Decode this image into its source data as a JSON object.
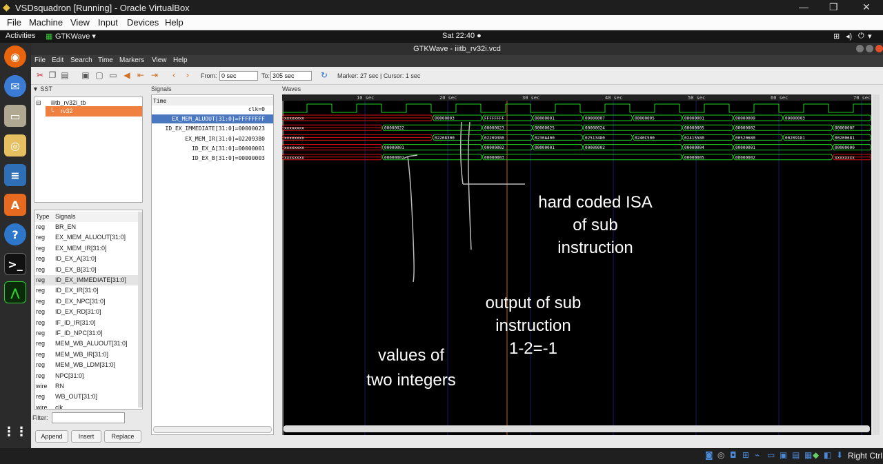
{
  "vbox": {
    "title": "VSDsquadron [Running] - Oracle VirtualBox",
    "menu": [
      "File",
      "Machine",
      "View",
      "Input",
      "Devices",
      "Help"
    ],
    "host_key": "Right Ctrl"
  },
  "topbar": {
    "activities": "Activities",
    "app": "GTKWave ▾",
    "clock": "Sat 22:40 ●"
  },
  "gtk": {
    "title": "GTKWave - iiitb_rv32i.vcd",
    "menu": [
      "File",
      "Edit",
      "Search",
      "Time",
      "Markers",
      "View",
      "Help"
    ],
    "from_label": "From:",
    "from_value": "0 sec",
    "to_label": "To:",
    "to_value": "305 sec",
    "marker_text": "Marker: 27 sec  |  Cursor: 1 sec"
  },
  "sst": {
    "label": "SST",
    "tree": [
      "iiitb_rv32i_tb",
      "rv32"
    ],
    "header_type": "Type",
    "header_signals": "Signals",
    "rows": [
      {
        "t": "reg",
        "n": "BR_EN"
      },
      {
        "t": "reg",
        "n": "EX_MEM_ALUOUT[31:0]"
      },
      {
        "t": "reg",
        "n": "EX_MEM_IR[31:0]"
      },
      {
        "t": "reg",
        "n": "ID_EX_A[31:0]"
      },
      {
        "t": "reg",
        "n": "ID_EX_B[31:0]"
      },
      {
        "t": "reg",
        "n": "ID_EX_IMMEDIATE[31:0]"
      },
      {
        "t": "reg",
        "n": "ID_EX_IR[31:0]"
      },
      {
        "t": "reg",
        "n": "ID_EX_NPC[31:0]"
      },
      {
        "t": "reg",
        "n": "ID_EX_RD[31:0]"
      },
      {
        "t": "reg",
        "n": "IF_ID_IR[31:0]"
      },
      {
        "t": "reg",
        "n": "IF_ID_NPC[31:0]"
      },
      {
        "t": "reg",
        "n": "MEM_WB_ALUOUT[31:0]"
      },
      {
        "t": "reg",
        "n": "MEM_WB_IR[31:0]"
      },
      {
        "t": "reg",
        "n": "MEM_WB_LDM[31:0]"
      },
      {
        "t": "reg",
        "n": "NPC[31:0]"
      },
      {
        "t": "wire",
        "n": "RN"
      },
      {
        "t": "reg",
        "n": "WB_OUT[31:0]"
      },
      {
        "t": "wire",
        "n": "clk"
      }
    ],
    "filter_label": "Filter:",
    "buttons": [
      "Append",
      "Insert",
      "Replace"
    ]
  },
  "signals": {
    "label": "Signals",
    "time_label": "Time",
    "rows": [
      "clk=0",
      "EX_MEM_ALUOUT[31:0]=FFFFFFFF",
      "ID_EX_IMMEDIATE[31:0]=00000023",
      "EX_MEM_IR[31:0]=02209380",
      "ID_EX_A[31:0]=00000001",
      "ID_EX_B[31:0]=00000003"
    ]
  },
  "waves": {
    "label": "Waves",
    "ticks": [
      "10 sec",
      "20 sec",
      "30 sec",
      "40 sec",
      "50 sec",
      "60 sec",
      "70 sec"
    ],
    "buses": [
      [
        "xxxxxxxx",
        "00000003",
        "FFFFFFFF",
        "00000001",
        "00000007",
        "00000005",
        "00000001",
        "00000009",
        "00000003"
      ],
      [
        "xxxxxxxx",
        "00000022",
        "00000023",
        "00000025",
        "00000024",
        "00000005",
        "00000002",
        "0000000F"
      ],
      [
        "xxxxxxxx",
        "02208300",
        "02209380",
        "0230A400",
        "02513480",
        "0240C500",
        "02415580",
        "00520680",
        "00209181",
        "00200681"
      ],
      [
        "xxxxxxxx",
        "00000001",
        "00000002",
        "00000001",
        "00000002",
        "00000004",
        "00000001",
        "00000000"
      ],
      [
        "xxxxxxxx",
        "00000002",
        "00000003",
        "00000005",
        "00000002",
        "xxxxxxxx"
      ]
    ]
  },
  "annotations": {
    "isa": [
      "hard coded ISA",
      "of sub",
      "instruction"
    ],
    "output": [
      "output of sub",
      "instruction",
      "1-2=-1"
    ],
    "values": [
      "values of",
      "two integers"
    ]
  },
  "colors": {
    "wave_green": "#1fd11f",
    "wave_red": "#e01010",
    "selected_orange": "#f08040",
    "selected_blue": "#4a78c0"
  }
}
